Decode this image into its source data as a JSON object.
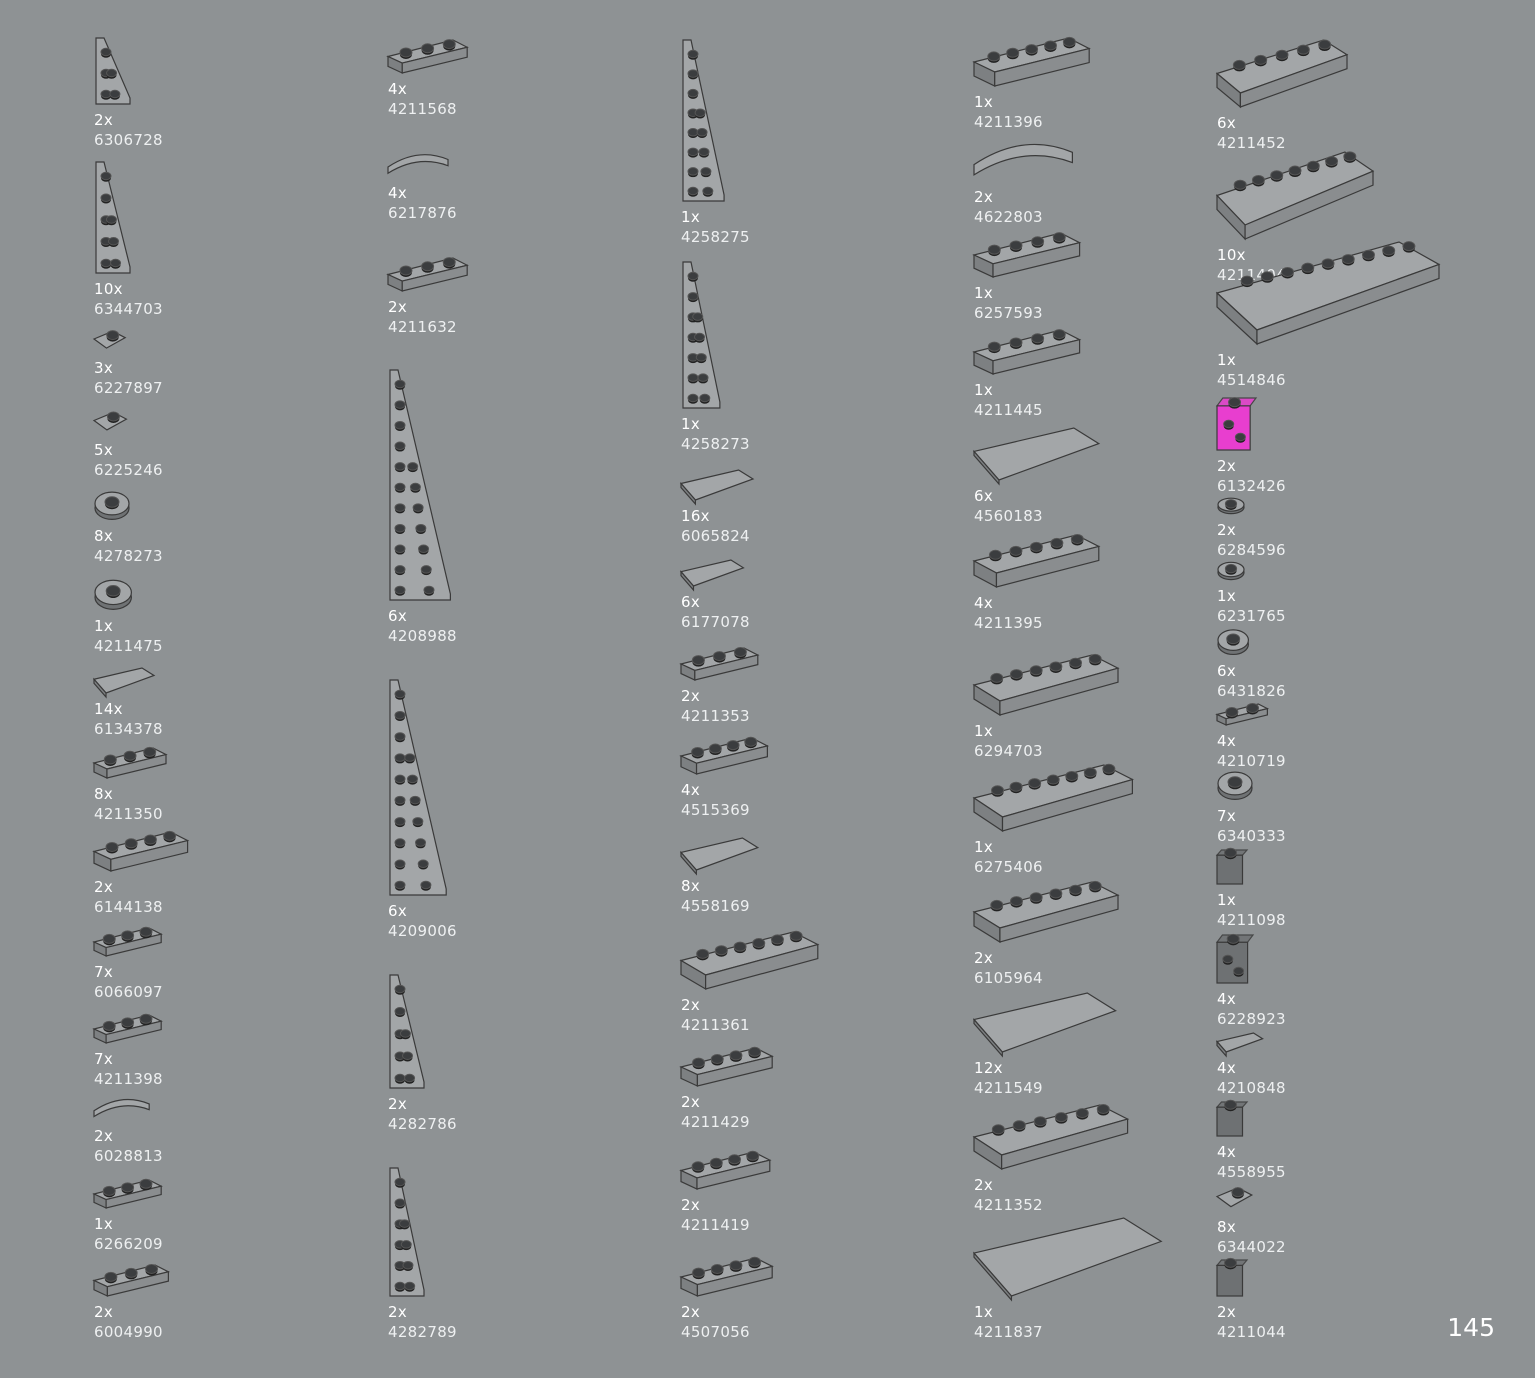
{
  "page_number": "145",
  "colors": {
    "background": "#8e9294",
    "part_gray": "#a3a6a8",
    "part_stud": "#3b3d3f",
    "accent_magenta": "#e83ecf"
  },
  "columns": [
    {
      "parts": [
        {
          "qty": "2x",
          "code": "6306728",
          "shape": "wedge"
        },
        {
          "qty": "10x",
          "code": "6344703",
          "shape": "wedge"
        },
        {
          "qty": "3x",
          "code": "6227897",
          "shape": "clip"
        },
        {
          "qty": "5x",
          "code": "6225246",
          "shape": "clip"
        },
        {
          "qty": "8x",
          "code": "4278273",
          "shape": "round"
        },
        {
          "qty": "1x",
          "code": "4211475",
          "shape": "round"
        },
        {
          "qty": "14x",
          "code": "6134378",
          "shape": "tile"
        },
        {
          "qty": "8x",
          "code": "4211350",
          "shape": "plate"
        },
        {
          "qty": "2x",
          "code": "6144138",
          "shape": "plate"
        },
        {
          "qty": "7x",
          "code": "6066097",
          "shape": "plate"
        },
        {
          "qty": "7x",
          "code": "4211398",
          "shape": "plate"
        },
        {
          "qty": "2x",
          "code": "6028813",
          "shape": "curve"
        },
        {
          "qty": "1x",
          "code": "6266209",
          "shape": "plate"
        },
        {
          "qty": "2x",
          "code": "6004990",
          "shape": "plate"
        }
      ]
    },
    {
      "parts": [
        {
          "qty": "4x",
          "code": "4211568",
          "shape": "plate"
        },
        {
          "qty": "4x",
          "code": "6217876",
          "shape": "curve"
        },
        {
          "qty": "2x",
          "code": "4211632",
          "shape": "plate"
        },
        {
          "qty": "6x",
          "code": "4208988",
          "shape": "wedge"
        },
        {
          "qty": "6x",
          "code": "4209006",
          "shape": "wedge"
        },
        {
          "qty": "2x",
          "code": "4282786",
          "shape": "wedge"
        },
        {
          "qty": "2x",
          "code": "4282789",
          "shape": "wedge"
        }
      ]
    },
    {
      "parts": [
        {
          "qty": "1x",
          "code": "4258275",
          "shape": "wedge"
        },
        {
          "qty": "1x",
          "code": "4258273",
          "shape": "wedge"
        },
        {
          "qty": "16x",
          "code": "6065824",
          "shape": "tile"
        },
        {
          "qty": "6x",
          "code": "6177078",
          "shape": "tile"
        },
        {
          "qty": "2x",
          "code": "4211353",
          "shape": "plate"
        },
        {
          "qty": "4x",
          "code": "4515369",
          "shape": "plate"
        },
        {
          "qty": "8x",
          "code": "4558169",
          "shape": "tile"
        },
        {
          "qty": "2x",
          "code": "4211361",
          "shape": "plate"
        },
        {
          "qty": "2x",
          "code": "4211429",
          "shape": "plate"
        },
        {
          "qty": "2x",
          "code": "4211419",
          "shape": "plate"
        },
        {
          "qty": "2x",
          "code": "4507056",
          "shape": "plate"
        }
      ]
    },
    {
      "parts": [
        {
          "qty": "1x",
          "code": "4211396",
          "shape": "plate"
        },
        {
          "qty": "2x",
          "code": "4622803",
          "shape": "curve"
        },
        {
          "qty": "1x",
          "code": "6257593",
          "shape": "plate"
        },
        {
          "qty": "1x",
          "code": "4211445",
          "shape": "plate"
        },
        {
          "qty": "6x",
          "code": "4560183",
          "shape": "tile"
        },
        {
          "qty": "4x",
          "code": "4211395",
          "shape": "plate"
        },
        {
          "qty": "1x",
          "code": "6294703",
          "shape": "plate"
        },
        {
          "qty": "1x",
          "code": "6275406",
          "shape": "plate"
        },
        {
          "qty": "2x",
          "code": "6105964",
          "shape": "plate"
        },
        {
          "qty": "12x",
          "code": "4211549",
          "shape": "tile"
        },
        {
          "qty": "2x",
          "code": "4211352",
          "shape": "plate"
        },
        {
          "qty": "1x",
          "code": "4211837",
          "shape": "tile"
        }
      ]
    },
    {
      "parts": [
        {
          "qty": "6x",
          "code": "4211452",
          "shape": "plate"
        },
        {
          "qty": "10x",
          "code": "4211404",
          "shape": "plate"
        },
        {
          "qty": "1x",
          "code": "4514846",
          "shape": "plate"
        },
        {
          "qty": "2x",
          "code": "6132426",
          "shape": "brick-magenta"
        },
        {
          "qty": "2x",
          "code": "6284596",
          "shape": "round"
        },
        {
          "qty": "1x",
          "code": "6231765",
          "shape": "round"
        },
        {
          "qty": "6x",
          "code": "6431826",
          "shape": "round"
        },
        {
          "qty": "4x",
          "code": "4210719",
          "shape": "plate"
        },
        {
          "qty": "7x",
          "code": "6340333",
          "shape": "round"
        },
        {
          "qty": "1x",
          "code": "4211098",
          "shape": "brick"
        },
        {
          "qty": "4x",
          "code": "6228923",
          "shape": "brick"
        },
        {
          "qty": "4x",
          "code": "4210848",
          "shape": "tile"
        },
        {
          "qty": "4x",
          "code": "4558955",
          "shape": "brick"
        },
        {
          "qty": "8x",
          "code": "6344022",
          "shape": "clip"
        },
        {
          "qty": "2x",
          "code": "4211044",
          "shape": "brick"
        }
      ]
    }
  ]
}
